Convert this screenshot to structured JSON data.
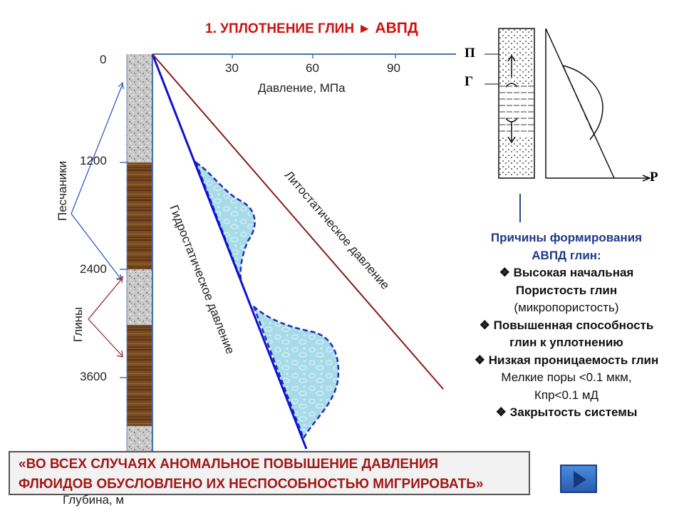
{
  "title": {
    "main": "1. УПЛОТНЕНИЕ ГЛИН",
    "arrow": "►",
    "accent": "АВПД"
  },
  "pressure_axis": {
    "label": "Давление, МПа",
    "ticks": [
      "30",
      "60",
      "90"
    ]
  },
  "depth_axis": {
    "label": "Глубина, м",
    "ticks": [
      "0",
      "1200",
      "2400",
      "3600"
    ]
  },
  "rock_labels": {
    "sand": "Песчаники",
    "clay": "Глины"
  },
  "curve_labels": {
    "hydrostatic": "Гидростатическое давление",
    "lithostatic": "Литостатическое давление"
  },
  "inset": {
    "label_p": "П",
    "label_g": "Г",
    "label_axis": "P"
  },
  "causes": {
    "heading": [
      "Причины формирования",
      "АВПД глин:"
    ],
    "bullet_icon": "❖",
    "lines": [
      {
        "text": "Высокая начальная",
        "bullet": true,
        "bold": true
      },
      {
        "text": "Пористость глин",
        "bullet": false,
        "bold": true
      },
      {
        "text": "(микропористость)",
        "bullet": false,
        "bold": false
      },
      {
        "text": "Повышенная способность",
        "bullet": true,
        "bold": true
      },
      {
        "text": "глин к уплотнению",
        "bullet": false,
        "bold": true
      },
      {
        "text": "Низкая проницаемость глин",
        "bullet": true,
        "bold": true
      },
      {
        "text": "Мелкие поры <0.1 мкм,",
        "bullet": false,
        "bold": false
      },
      {
        "text": "Кпр<0.1 мД",
        "bullet": false,
        "bold": false
      },
      {
        "text": "Закрытость системы",
        "bullet": true,
        "bold": true
      }
    ]
  },
  "quote": [
    "«ВО ВСЕХ СЛУЧАЯХ АНОМАЛЬНОЕ ПОВЫШЕНИЕ ДАВЛЕНИЯ",
    "ФЛЮИДОВ ОБУСЛОВЛЕНО ИХ НЕСПОСОБНОСТЬЮ МИГРИРОВАТЬ»"
  ],
  "nav_button": {
    "icon": "play-arrow-icon"
  },
  "colors": {
    "title": "#d01010",
    "hydrostatic": "#1010d0",
    "lithostatic": "#8b1a1a",
    "anomaly_fill": "#a8dbe8",
    "quote_text": "#a01818",
    "causes_heading": "#1e3a8a",
    "axis": "#4a72b0"
  }
}
